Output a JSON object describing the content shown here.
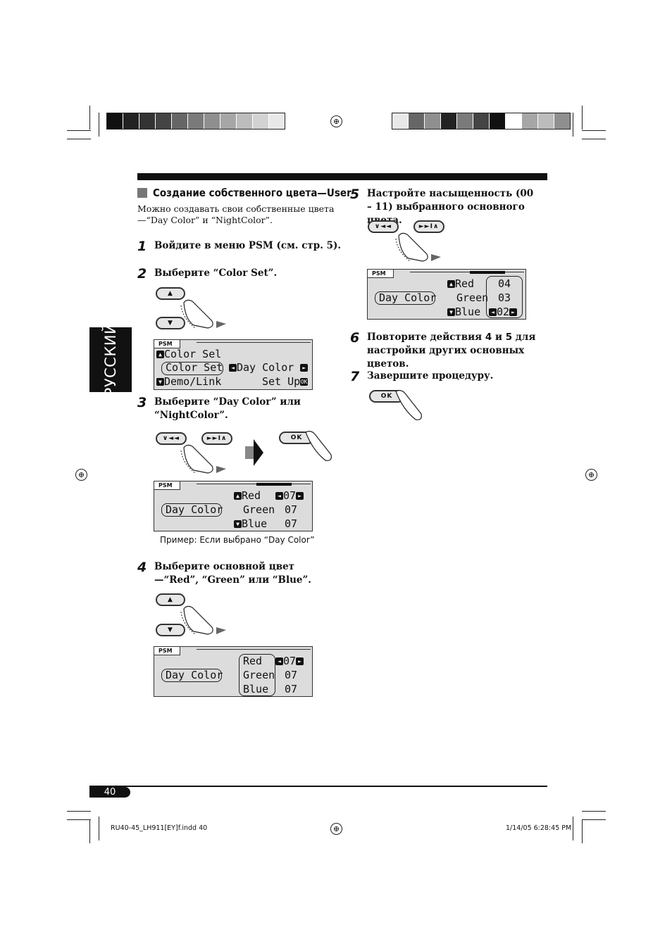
{
  "language_tab": "РУССКИЙ",
  "section": {
    "title": "Создание собственного цвета—User",
    "intro": "Можно создавать свои собственные цвета—“Day Color” и “NightColor”."
  },
  "steps": [
    {
      "num": "1",
      "text": "Войдите в меню PSM (см. стр. 5)."
    },
    {
      "num": "2",
      "text": "Выберите “Color Set”."
    },
    {
      "num": "3",
      "text": "Выберите “Day Color” или “NightColor”."
    },
    {
      "num": "4",
      "text": "Выберите основной цвет—“Red”, “Green” или “Blue”."
    },
    {
      "num": "5",
      "text": "Настройте насыщенность (00 – 11) выбранного основного цвета."
    },
    {
      "num": "6",
      "text_a": "Повторите действия ",
      "ref1": "4",
      "text_b": " и ",
      "ref2": "5",
      "text_c": " для настройки других основных цветов."
    },
    {
      "num": "7",
      "text": "Завершите процедуру."
    }
  ],
  "buttons": {
    "ok": "OK",
    "prev": "∨◄◄",
    "next": "►►I∧"
  },
  "displays": {
    "tag": "PSM",
    "step2": {
      "row1": "Color Sel",
      "row2": "Color Set",
      "row2_right": "Day Color",
      "row3": "Demo/Link",
      "row3_right": "Set Up"
    },
    "step3": {
      "left": "Day Color",
      "r1": "Red",
      "r1v": "07",
      "r2": "Green",
      "r2v": "07",
      "r3": "Blue",
      "r3v": "07"
    },
    "step4": {
      "left": "Day Color",
      "r1": "Red",
      "r1v": "07",
      "r2": "Green",
      "r2v": "07",
      "r3": "Blue",
      "r3v": "07"
    },
    "step5": {
      "left": "Day Color",
      "r1": "Red",
      "r1v": "04",
      "r2": "Green",
      "r2v": "03",
      "r3": "Blue",
      "r3v": "02"
    }
  },
  "caption": "Пример: Если выбрано “Day Color”",
  "page_number": "40",
  "footer": {
    "left": "RU40-45_LH911[EY]f.indd   40",
    "right": "1/14/05   6:28:45 PM"
  },
  "colors": {
    "strip_left": [
      "#111111",
      "#222222",
      "#333333",
      "#444444",
      "#666666",
      "#7a7a7a",
      "#8f8f8f",
      "#a6a6a6",
      "#bcbcbc",
      "#d2d2d2",
      "#e8e8e8"
    ],
    "strip_right": [
      "#e8e8e8",
      "#666666",
      "#8f8f8f",
      "#222222",
      "#7a7a7a",
      "#444444",
      "#111111",
      "#ffffff",
      "#a6a6a6",
      "#bcbcbc",
      "#8f8f8f"
    ]
  }
}
